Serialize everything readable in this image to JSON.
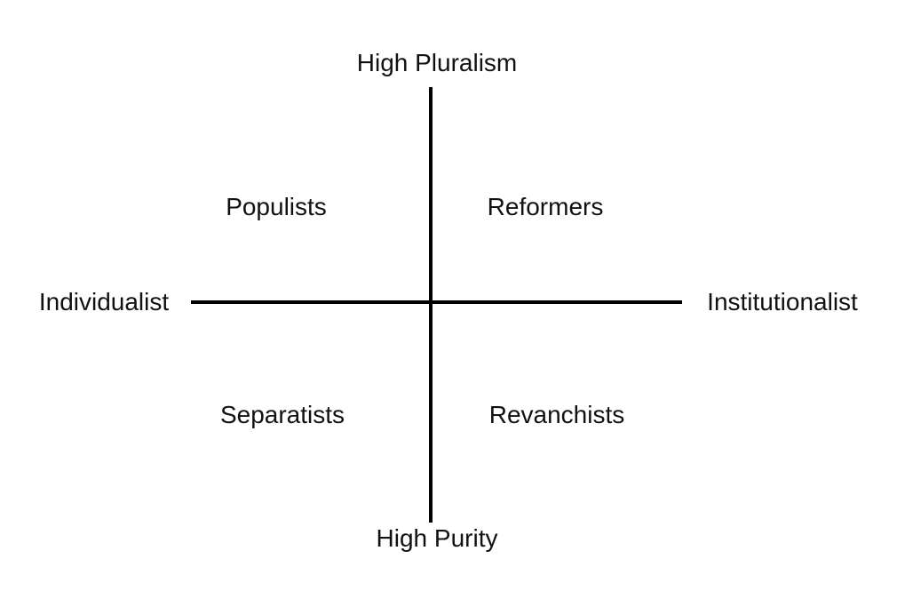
{
  "diagram": {
    "type": "quadrant-chart",
    "axes": {
      "vertical": {
        "top_label": "High Pluralism",
        "bottom_label": "High Purity"
      },
      "horizontal": {
        "left_label": "Individualist",
        "right_label": "Institutionalist"
      }
    },
    "quadrants": {
      "top_left": "Populists",
      "top_right": "Reformers",
      "bottom_left": "Separatists",
      "bottom_right": "Revanchists"
    },
    "colors": {
      "line": "#000000",
      "text": "#111111",
      "background": "#ffffff"
    }
  }
}
